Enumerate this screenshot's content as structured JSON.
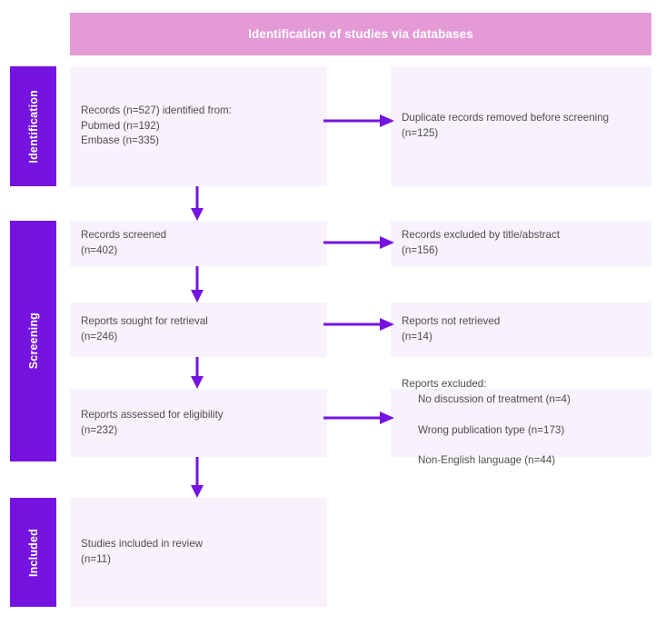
{
  "banner": {
    "title": "Identification of studies via databases"
  },
  "colors": {
    "banner_pink": "#e49ad5",
    "stage_purple": "#7514e0",
    "box_lavender": "#f8f2fd",
    "arrow_purple": "#7514e0",
    "text_gray": "#4d4d4d",
    "banner_text": "#ffffff",
    "background": "#ffffff"
  },
  "stages": [
    {
      "id": "identification",
      "label": "Identification"
    },
    {
      "id": "screening",
      "label": "Screening"
    },
    {
      "id": "included",
      "label": "Included"
    }
  ],
  "boxes": {
    "records_identified": "Records (n=527) identified from:\nPubmed (n=192)\nEmbase (n=335)",
    "duplicates_removed": "Duplicate records removed before screening (n=125)",
    "records_screened": "Records screened\n(n=402)",
    "records_excluded": "Records excluded by title/abstract\n(n=156)",
    "reports_sought": "Reports sought for retrieval\n(n=246)",
    "reports_not_retrieved": "Reports not retrieved\n(n=14)",
    "reports_assessed": "Reports assessed for eligibility\n(n=232)",
    "reports_excluded_heading": "Reports excluded:",
    "reports_excluded_items": [
      "No discussion of treatment (n=4)",
      "Wrong publication type (n=173)",
      "Non-English language (n=44)"
    ],
    "studies_included": "Studies included in review\n(n=11)"
  },
  "chart_data": {
    "type": "diagram",
    "title": "Identification of studies via databases",
    "diagram_kind": "PRISMA flow diagram",
    "nodes": [
      {
        "id": "records_identified",
        "stage": "Identification",
        "column": "left",
        "label": "Records identified from databases",
        "n": 527,
        "sources": [
          {
            "name": "Pubmed",
            "n": 192
          },
          {
            "name": "Embase",
            "n": 335
          }
        ]
      },
      {
        "id": "duplicates_removed",
        "stage": "Identification",
        "column": "right",
        "label": "Duplicate records removed before screening",
        "n": 125
      },
      {
        "id": "records_screened",
        "stage": "Screening",
        "column": "left",
        "label": "Records screened",
        "n": 402
      },
      {
        "id": "records_excluded",
        "stage": "Screening",
        "column": "right",
        "label": "Records excluded by title/abstract",
        "n": 156
      },
      {
        "id": "reports_sought",
        "stage": "Screening",
        "column": "left",
        "label": "Reports sought for retrieval",
        "n": 246
      },
      {
        "id": "reports_not_retrieved",
        "stage": "Screening",
        "column": "right",
        "label": "Reports not retrieved",
        "n": 14
      },
      {
        "id": "reports_assessed",
        "stage": "Screening",
        "column": "left",
        "label": "Reports assessed for eligibility",
        "n": 232
      },
      {
        "id": "reports_excluded",
        "stage": "Screening",
        "column": "right",
        "label": "Reports excluded",
        "reasons": [
          {
            "reason": "No discussion of treatment",
            "n": 4
          },
          {
            "reason": "Wrong publication type",
            "n": 173
          },
          {
            "reason": "Non-English language",
            "n": 44
          }
        ]
      },
      {
        "id": "studies_included",
        "stage": "Included",
        "column": "left",
        "label": "Studies included in review",
        "n": 11
      }
    ],
    "edges": [
      {
        "from": "records_identified",
        "to": "duplicates_removed",
        "direction": "right"
      },
      {
        "from": "records_identified",
        "to": "records_screened",
        "direction": "down"
      },
      {
        "from": "records_screened",
        "to": "records_excluded",
        "direction": "right"
      },
      {
        "from": "records_screened",
        "to": "reports_sought",
        "direction": "down"
      },
      {
        "from": "reports_sought",
        "to": "reports_not_retrieved",
        "direction": "right"
      },
      {
        "from": "reports_sought",
        "to": "reports_assessed",
        "direction": "down"
      },
      {
        "from": "reports_assessed",
        "to": "reports_excluded",
        "direction": "right"
      },
      {
        "from": "reports_assessed",
        "to": "studies_included",
        "direction": "down"
      }
    ]
  }
}
